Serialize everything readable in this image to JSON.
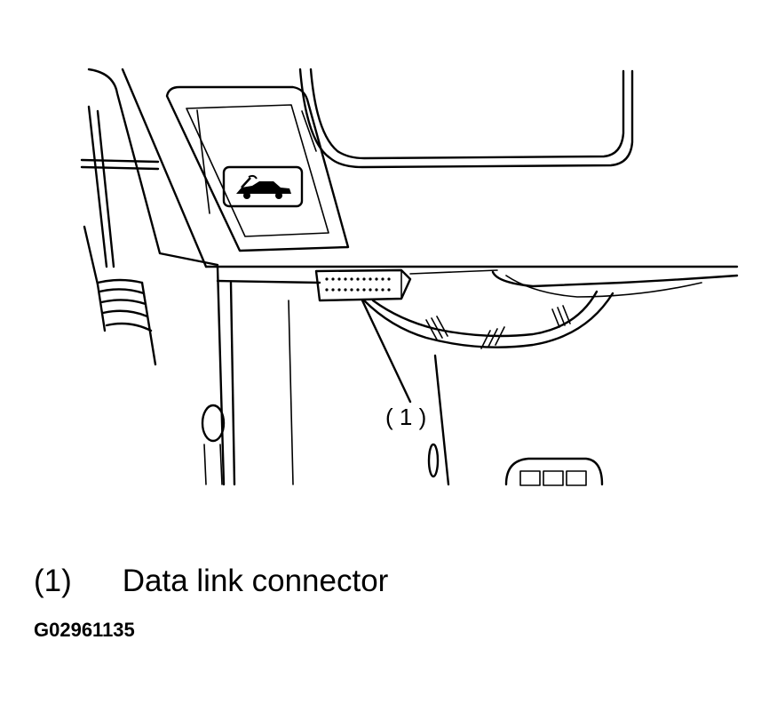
{
  "callout": {
    "label": "( 1 )"
  },
  "legend": {
    "id": "(1)",
    "text": "Data link connector"
  },
  "figure_code": "G02961135",
  "icons": {
    "hood_release": "car-hood-open-icon"
  },
  "colors": {
    "ink": "#000000",
    "paper": "#ffffff"
  }
}
